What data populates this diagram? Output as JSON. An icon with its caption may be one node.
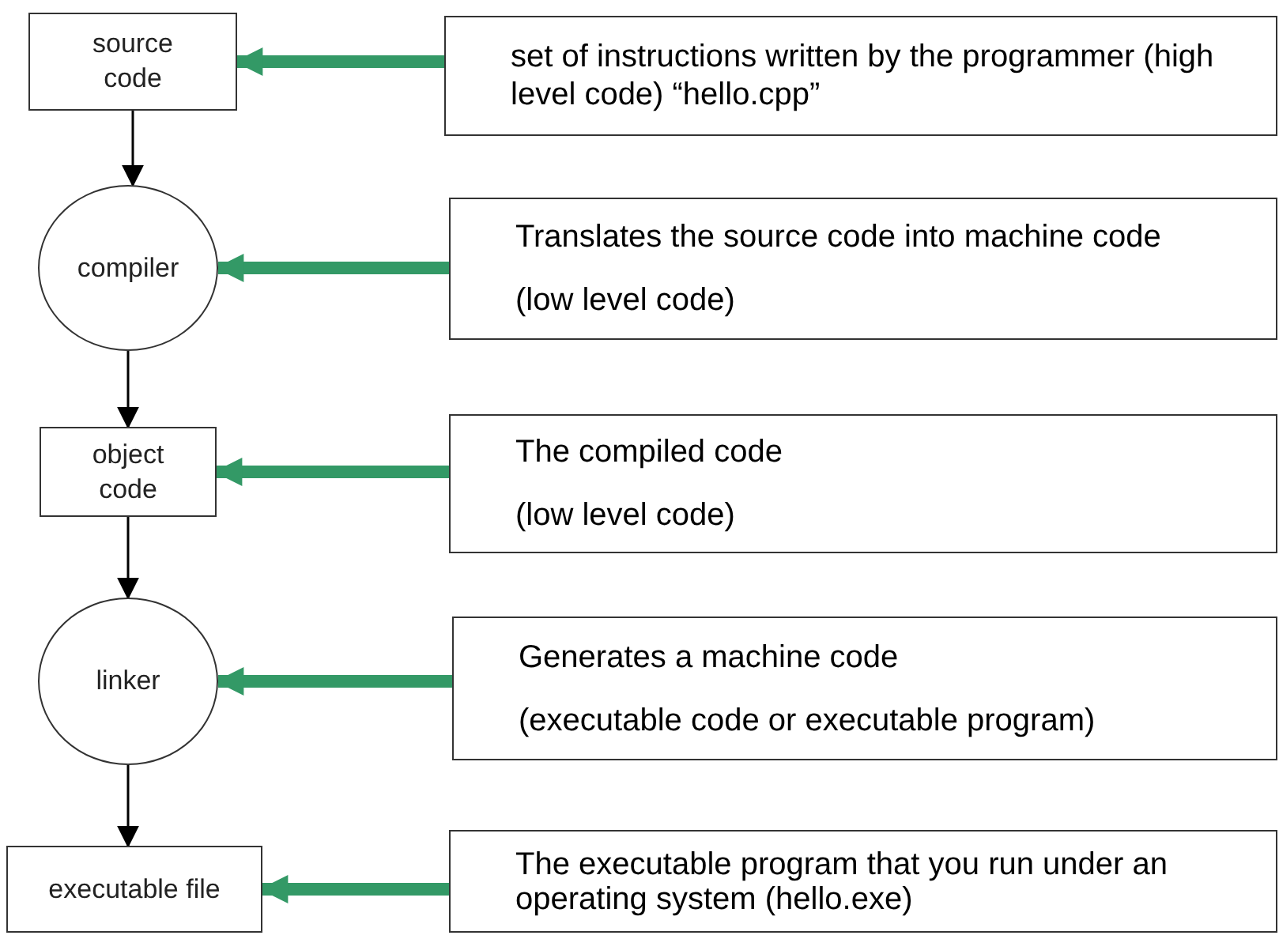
{
  "diagram": {
    "nodes": [
      {
        "text": [
          "source code"
        ]
      },
      {
        "text": [
          "compiler"
        ]
      },
      {
        "text": [
          "object code"
        ]
      },
      {
        "text": [
          "linker"
        ]
      },
      {
        "text": [
          "executable file"
        ]
      },
      {
        "text": [
          "set of instructions written by the programmer (high level code) “hello.cpp”"
        ]
      },
      {
        "text": [
          "Translates the source code into machine code (low level code)"
        ]
      },
      {
        "text": [
          "The compiled code",
          "(low level code)"
        ]
      },
      {
        "text": [
          "Generates a machine code",
          "(executable code or executable program)"
        ]
      },
      {
        "text": [
          "The executable program that you run under an operating system (hello.exe)"
        ]
      }
    ],
    "edges": [
      {
        "from": 0,
        "to": 1,
        "arrow": "to",
        "color": "#000000"
      },
      {
        "from": 1,
        "to": 2,
        "arrow": "to",
        "color": "#000000"
      },
      {
        "from": 2,
        "to": 3,
        "arrow": "to",
        "color": "#000000"
      },
      {
        "from": 3,
        "to": 4,
        "arrow": "to",
        "color": "#000000"
      },
      {
        "from": 5,
        "to": 0,
        "arrow": "to"
      },
      {
        "from": 6,
        "to": 1,
        "arrow": "to"
      },
      {
        "from": 7,
        "to": 2,
        "arrow": "to"
      },
      {
        "from": 8,
        "to": 3,
        "arrow": "to"
      },
      {
        "from": 9,
        "to": 4,
        "arrow": "to"
      }
    ]
  }
}
